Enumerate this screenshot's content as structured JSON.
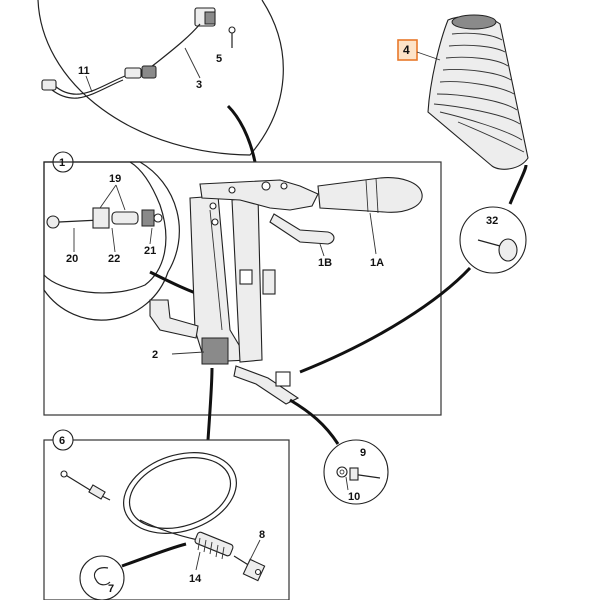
{
  "callouts": {
    "c1": "1",
    "c6": "6",
    "c4": "4",
    "l1A": "1A",
    "l1B": "1B",
    "l2": "2",
    "l3": "3",
    "l5": "5",
    "l7": "7",
    "l8": "8",
    "l9": "9",
    "l10": "10",
    "l11": "11",
    "l14": "14",
    "l19": "19",
    "l20": "20",
    "l21": "21",
    "l22": "22",
    "l32": "32"
  },
  "colors": {
    "highlight_box_fill": "#fde3c8",
    "highlight_box_stroke": "#e8782a",
    "line": "#222222"
  }
}
